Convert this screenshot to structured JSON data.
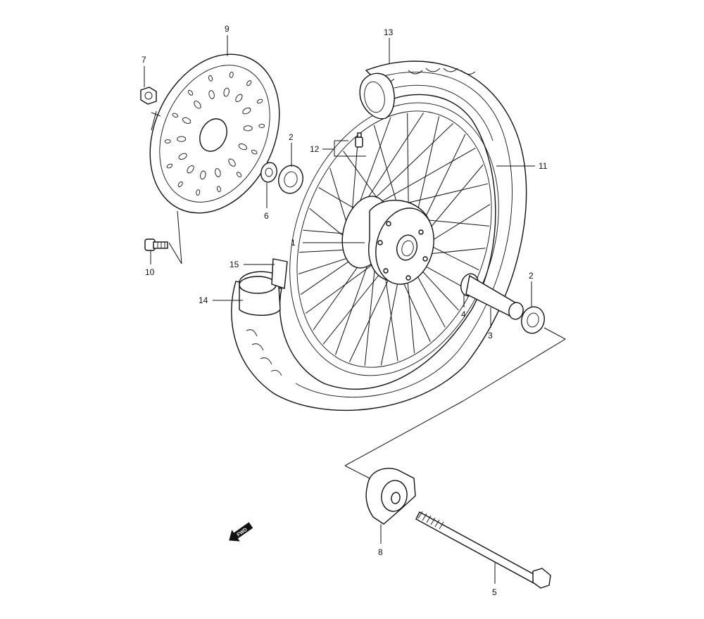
{
  "callouts": {
    "c1": "1",
    "c2a": "2",
    "c2b": "2",
    "c3": "3",
    "c4": "4",
    "c5": "5",
    "c6": "6",
    "c7": "7",
    "c8": "8",
    "c9": "9",
    "c10": "10",
    "c11": "11",
    "c12": "12",
    "c13": "13",
    "c14": "14",
    "c15": "15"
  },
  "fwd_label": "FWD",
  "parts": [
    "hub",
    "bearing",
    "axle-spacer",
    "spacer",
    "axle-bolt",
    "collar",
    "nut",
    "speedometer-gearbox",
    "brake-disc",
    "disc-bolt",
    "tire",
    "valve",
    "tube",
    "rim-band",
    "rim-band-clip"
  ]
}
